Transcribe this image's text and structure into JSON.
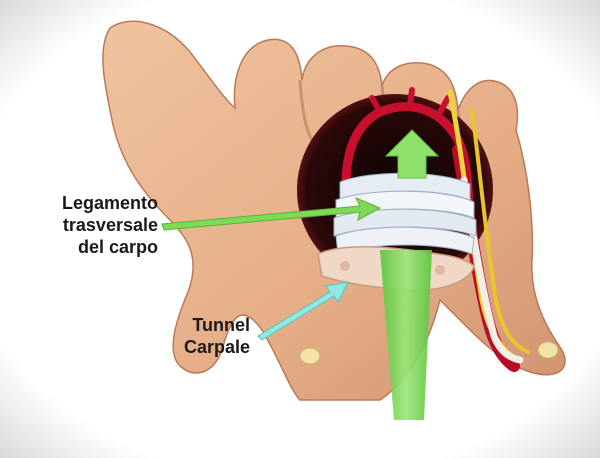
{
  "labels": {
    "ligament": {
      "lines": [
        "Legamento",
        "trasversale",
        "del carpo"
      ]
    },
    "tunnel": {
      "lines": [
        "Tunnel",
        "Carpale"
      ]
    }
  },
  "colors": {
    "skin": "#e8b48e",
    "skin_shadow": "#c98a68",
    "cavity": "#140606",
    "artery": "#c8102e",
    "nerve": "#f0d23a",
    "ligament": "#e6ecf3",
    "arrow": "#7ed957",
    "background": "#ffffff"
  },
  "icons": [
    "hand-illustration",
    "pointer-arrow",
    "flow-arrow"
  ]
}
